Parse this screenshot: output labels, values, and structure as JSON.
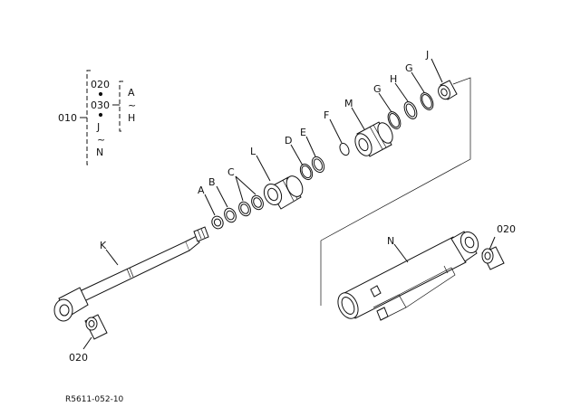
{
  "tree": {
    "root": "010",
    "top": "020",
    "middle": "030",
    "lower_start": "J",
    "lower_tilde": "~",
    "lower_end": "N",
    "range_start": "A",
    "range_tilde": "~",
    "range_end": "H"
  },
  "callouts": {
    "a": "A",
    "b": "B",
    "c": "C",
    "d": "D",
    "e": "E",
    "f": "F",
    "g1": "G",
    "g2": "G",
    "h": "H",
    "j": "J",
    "k": "K",
    "l": "L",
    "m": "M",
    "n": "N",
    "bushing_right": "020",
    "bushing_left": "020"
  },
  "figure_code": "R5611-052-10"
}
